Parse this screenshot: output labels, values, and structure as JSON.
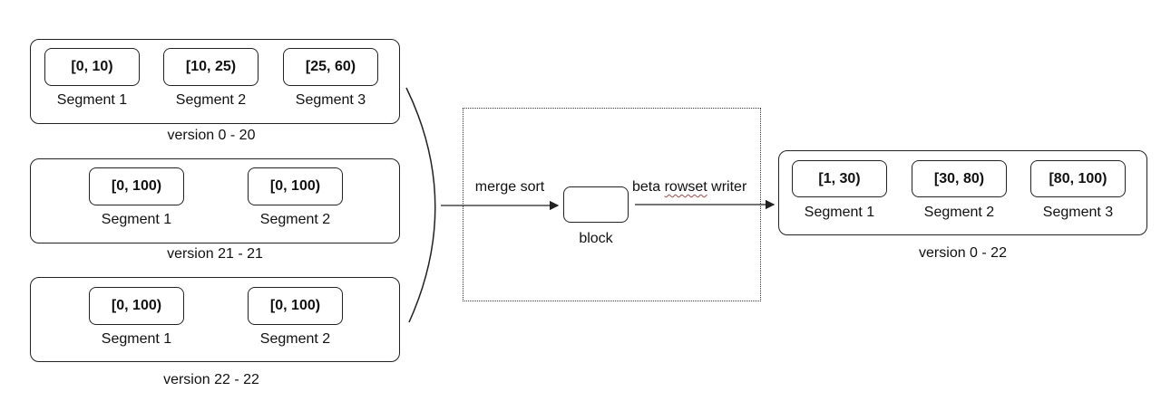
{
  "source_groups": [
    {
      "caption": "version 0 - 20",
      "segments": [
        {
          "range": "[0, 10)",
          "name": "Segment 1"
        },
        {
          "range": "[10, 25)",
          "name": "Segment 2"
        },
        {
          "range": "[25, 60)",
          "name": "Segment 3"
        }
      ]
    },
    {
      "caption": "version 21 - 21",
      "segments": [
        {
          "range": "[0, 100)",
          "name": "Segment 1"
        },
        {
          "range": "[0, 100)",
          "name": "Segment 2"
        }
      ]
    },
    {
      "caption": "version 22 - 22",
      "segments": [
        {
          "range": "[0, 100)",
          "name": "Segment 1"
        },
        {
          "range": "[0, 100)",
          "name": "Segment 2"
        }
      ]
    }
  ],
  "merge": {
    "input_label": "merge sort",
    "block_label": "block",
    "output_label_prefix": "beta ",
    "output_label_flagged": "rowset",
    "output_label_suffix": " writer"
  },
  "result_group": {
    "caption": "version 0 - 22",
    "segments": [
      {
        "range": "[1, 30)",
        "name": "Segment 1"
      },
      {
        "range": "[30, 80)",
        "name": "Segment 2"
      },
      {
        "range": "[80, 100)",
        "name": "Segment 3"
      }
    ]
  }
}
